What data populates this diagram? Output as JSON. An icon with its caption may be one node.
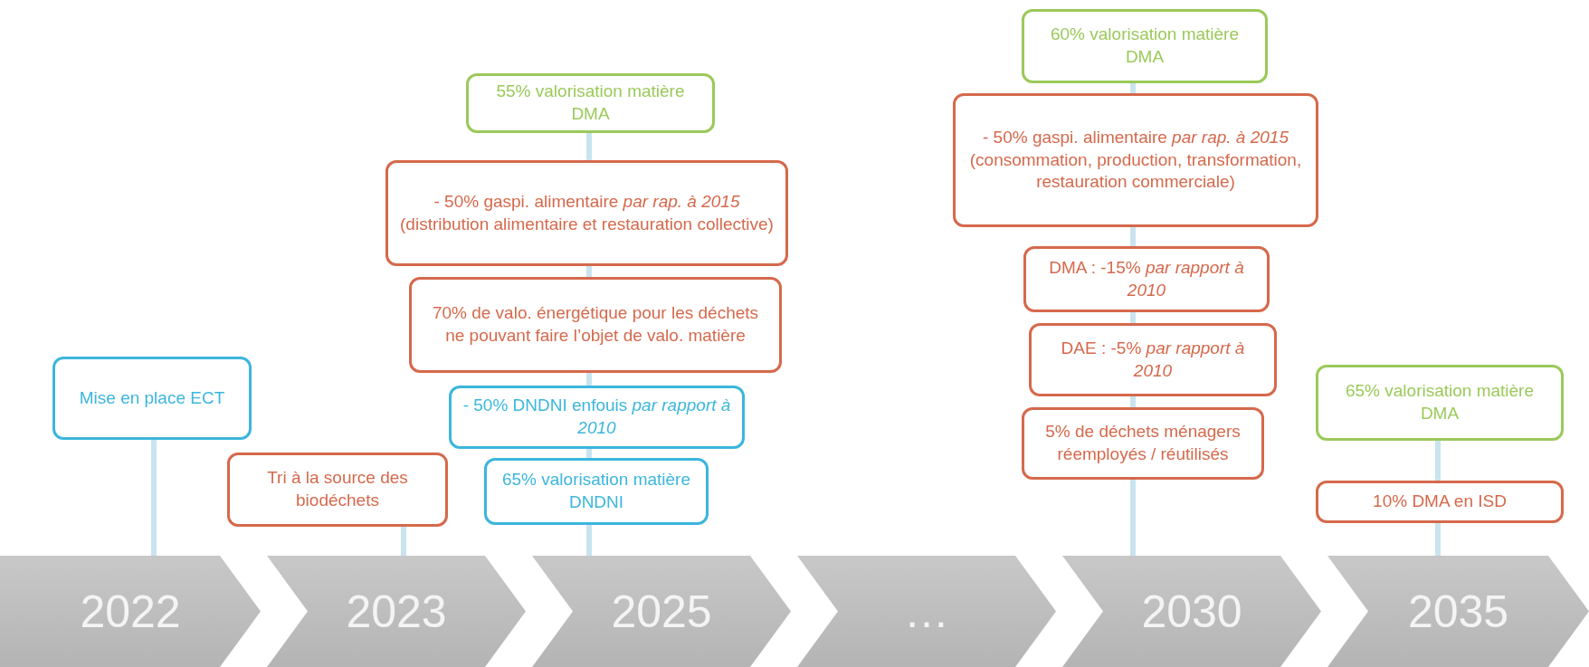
{
  "diagram": {
    "nodes": [
      {
        "text": [
          "Mise en place ECT"
        ]
      },
      {
        "text": [
          "2022"
        ]
      },
      {
        "text": [
          "Tri à la source des biodéchets"
        ]
      },
      {
        "text": [
          "2023"
        ]
      },
      {
        "text": [
          "55% valorisation matière DMA"
        ]
      },
      {
        "text": [
          "- 50% gaspi. alimentaire *par rap. à 2015* (distribution alimentaire et restauration collective)"
        ]
      },
      {
        "text": [
          "70% de valo. énergétique pour les déchets ne pouvant faire l’objet de valo. matière"
        ]
      },
      {
        "text": [
          "- 50% DNDNI enfouis *par rapport à 2010*"
        ]
      },
      {
        "text": [
          "65% valorisation matière DNDNI"
        ]
      },
      {
        "text": [
          "2025"
        ]
      },
      {
        "text": [
          "…"
        ]
      },
      {
        "text": [
          "60% valorisation matière DMA"
        ]
      },
      {
        "text": [
          "- 50% gaspi. alimentaire *par rap. à 2015* (consommation, production, transformation, restauration commerciale)"
        ]
      },
      {
        "text": [
          "DMA : -15% *par rapport à 2010*"
        ]
      },
      {
        "text": [
          "DAE : -5% *par rapport à 2010*"
        ]
      },
      {
        "text": [
          "5% de déchets ménagers réemployés / réutilisés"
        ]
      },
      {
        "text": [
          "2030"
        ]
      },
      {
        "text": [
          "65% valorisation matière DMA"
        ]
      },
      {
        "text": [
          "10% DMA en ISD"
        ]
      },
      {
        "text": [
          "2035"
        ]
      }
    ],
    "edges": [
      {
        "from": 0,
        "to": 1,
        "arrow": "none"
      },
      {
        "from": 2,
        "to": 3,
        "arrow": "none"
      },
      {
        "from": 4,
        "to": 5,
        "arrow": "none"
      },
      {
        "from": 5,
        "to": 6,
        "arrow": "none"
      },
      {
        "from": 6,
        "to": 7,
        "arrow": "none"
      },
      {
        "from": 7,
        "to": 8,
        "arrow": "none"
      },
      {
        "from": 8,
        "to": 9,
        "arrow": "none"
      },
      {
        "from": 11,
        "to": 12,
        "arrow": "none"
      },
      {
        "from": 12,
        "to": 13,
        "arrow": "none"
      },
      {
        "from": 13,
        "to": 14,
        "arrow": "none"
      },
      {
        "from": 14,
        "to": 15,
        "arrow": "none"
      },
      {
        "from": 15,
        "to": 16,
        "arrow": "none"
      },
      {
        "from": 17,
        "to": 18,
        "arrow": "none"
      },
      {
        "from": 18,
        "to": 19,
        "arrow": "none"
      }
    ]
  }
}
